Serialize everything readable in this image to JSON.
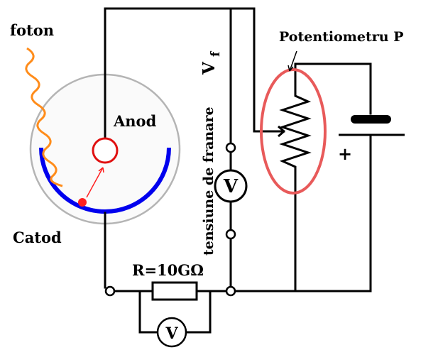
{
  "labels": {
    "foton": "foton",
    "anod": "Anod",
    "catod": "Catod",
    "potentiometer": "Potentiometru P",
    "voltage_text": "tensiune de franare",
    "voltage_symbol": "V",
    "voltage_subscript": "f",
    "resistor": "R=10GΩ",
    "voltmeter_main": "V",
    "voltmeter_small": "V",
    "plus": "+"
  },
  "colors": {
    "wire": "#000000",
    "photon": "#ff8c1a",
    "cathode": "#0000ee",
    "anode": "#e01010",
    "tube": "#b0b0b0",
    "potentiometer_outline": "#e85a5a",
    "electron": "#ff2020"
  },
  "icons": {
    "photon": "wavy-photon-ray",
    "battery": "battery-symbol",
    "resistor": "resistor-box",
    "potentiometer": "zigzag-resistor-with-wiper"
  }
}
